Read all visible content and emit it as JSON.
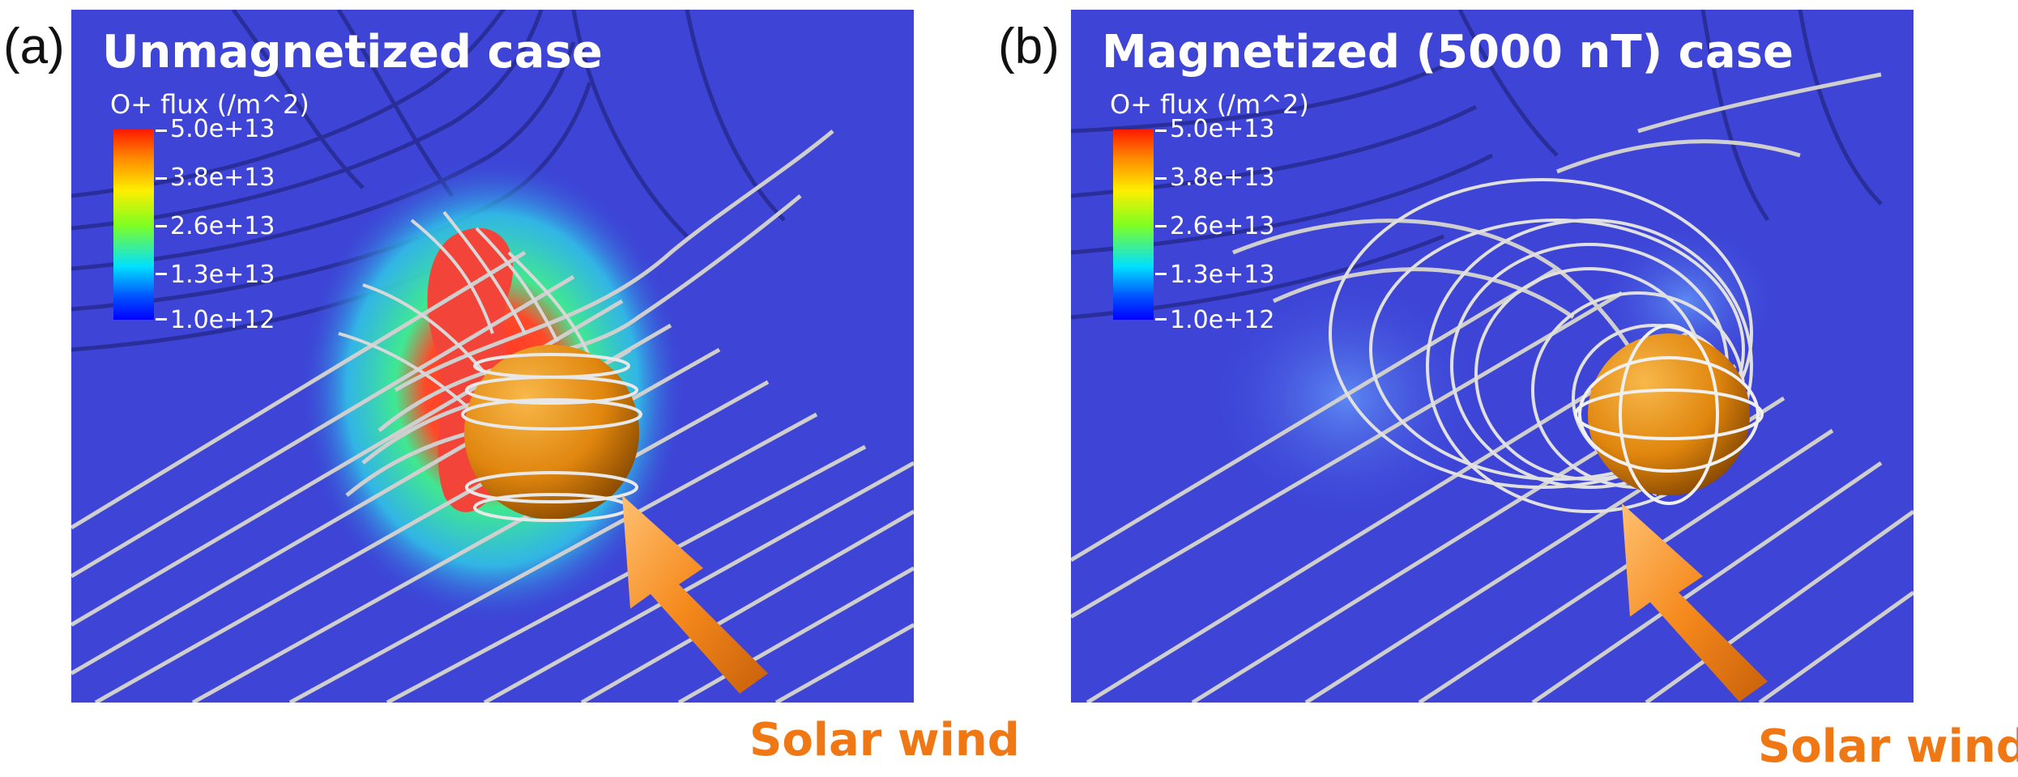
{
  "panels": [
    {
      "label": "(a)",
      "title": "Unmagnetized case",
      "colorbar": {
        "title": "O+ flux (/m^2)",
        "ticks": [
          "5.0e+13",
          "3.8e+13",
          "2.6e+13",
          "1.3e+13",
          "1.0e+12"
        ]
      },
      "arrow_label": "Solar wind"
    },
    {
      "label": "(b)",
      "title": "Magnetized (5000 nT) case",
      "colorbar": {
        "title": "O+ flux (/m^2)",
        "ticks": [
          "5.0e+13",
          "3.8e+13",
          "2.6e+13",
          "1.3e+13",
          "1.0e+12"
        ]
      },
      "arrow_label": "Solar wind"
    }
  ],
  "colors": {
    "background": "#3d44d6",
    "planet": "#e58a12",
    "arrow": "#f5891c",
    "arrow_label": "#f07814",
    "streamline": "#c8c8c8"
  }
}
